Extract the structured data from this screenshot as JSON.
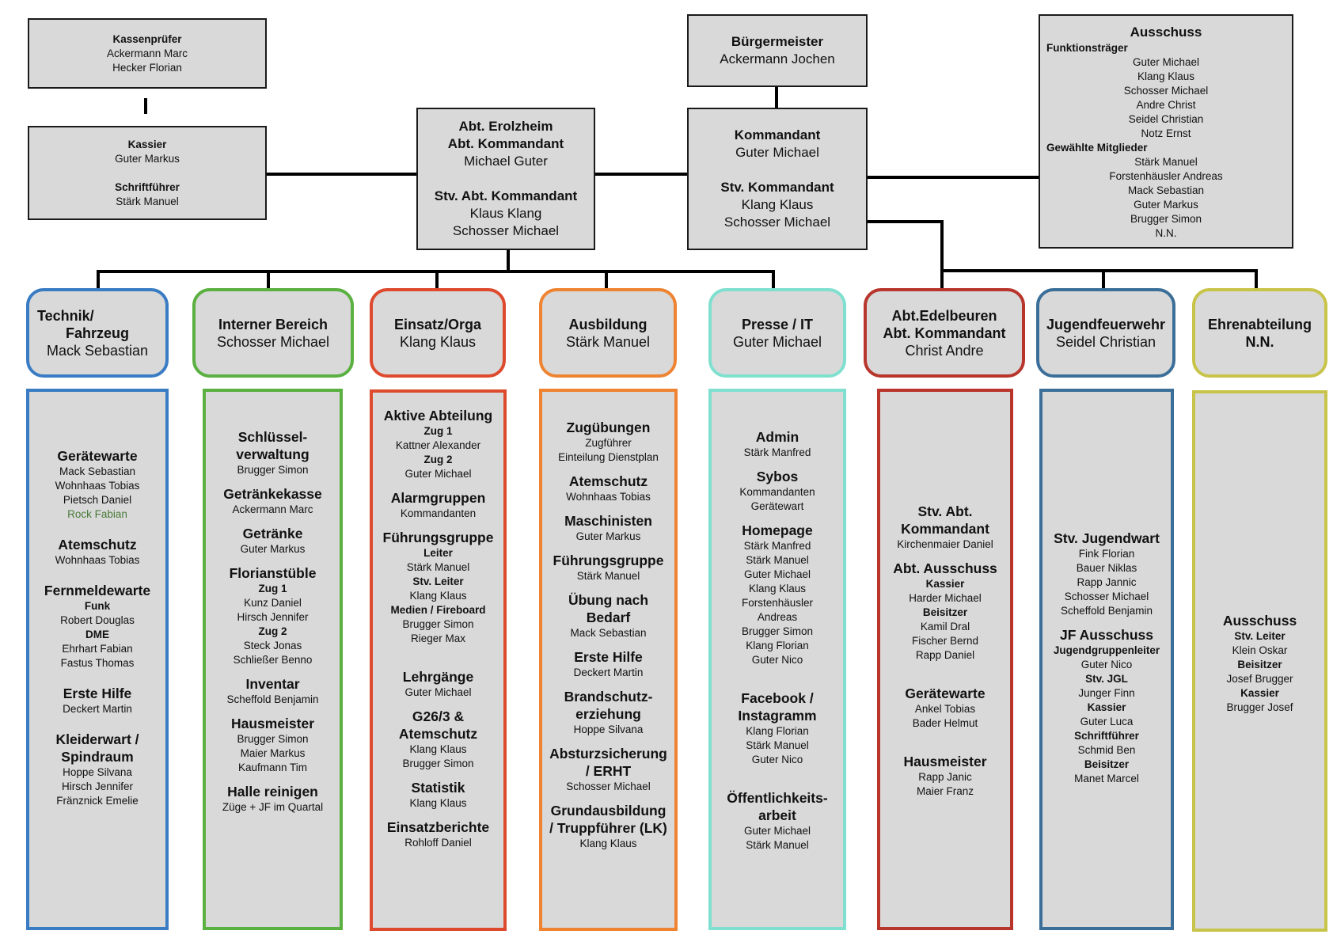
{
  "colors": {
    "technik": "#3a7cc4",
    "intern": "#5ab040",
    "einsatz": "#de4a2e",
    "ausbildung": "#ee8432",
    "presse": "#7fe0d0",
    "edelbeuren": "#b8352c",
    "jugend": "#3b6f99",
    "ehren": "#c8c44a",
    "line": "#000000",
    "fill": "#d9d9d9"
  },
  "kassenpruefer": {
    "title": "Kassenprüfer",
    "names": [
      "Ackermann Marc",
      "Hecker Florian"
    ]
  },
  "kassier": {
    "title": "Kassier",
    "name": "Guter Markus",
    "title2": "Schriftführer",
    "name2": "Stärk Manuel"
  },
  "erolzheim": {
    "title1": "Abt. Erolzheim",
    "title2": "Abt. Kommandant",
    "name": "Michael Guter",
    "title3": "Stv. Abt. Kommandant",
    "names": [
      "Klaus Klang",
      "Schosser Michael"
    ]
  },
  "buergermeister": {
    "title": "Bürgermeister",
    "name": "Ackermann Jochen"
  },
  "kommandant": {
    "title": "Kommandant",
    "name": "Guter Michael",
    "title2": "Stv. Kommandant",
    "names": [
      "Klang Klaus",
      "Schosser Michael"
    ]
  },
  "ausschuss": {
    "title": "Ausschuss",
    "group1": "Funktionsträger",
    "names1": [
      "Guter Michael",
      "Klang Klaus",
      "Schosser Michael",
      "Andre Christ",
      "Seidel Christian",
      "Notz Ernst"
    ],
    "group2": "Gewählte Mitglieder",
    "names2": [
      "Stärk Manuel",
      "Forstenhäusler Andreas",
      "Mack Sebastian",
      "Guter Markus",
      "Brugger Simon",
      "N.N."
    ]
  },
  "headers": [
    {
      "lines": [
        "Technik/",
        "Fahrzeug"
      ],
      "sub": [
        "Mack Sebastian"
      ]
    },
    {
      "lines": [
        "Interner Bereich"
      ],
      "sub": [
        "Schosser Michael"
      ]
    },
    {
      "lines": [
        "Einsatz/Orga"
      ],
      "sub": [
        "Klang Klaus"
      ]
    },
    {
      "lines": [
        "Ausbildung"
      ],
      "sub": [
        "Stärk Manuel"
      ]
    },
    {
      "lines": [
        "Presse / IT"
      ],
      "sub": [
        "Guter Michael"
      ]
    },
    {
      "lines": [
        "Abt.Edelbeuren",
        "Abt. Kommandant"
      ],
      "sub": [
        "Christ Andre"
      ]
    },
    {
      "lines": [
        "Jugendfeuerwehr"
      ],
      "sub": [
        "Seidel Christian"
      ]
    },
    {
      "lines": [
        "Ehrenabteilung"
      ],
      "sub": [
        "N.N."
      ],
      "subBold": true
    }
  ],
  "columns": [
    {
      "lines": [
        {
          "t": "Gerätewarte",
          "k": "h"
        },
        {
          "t": "Mack Sebastian"
        },
        {
          "t": "Wohnhaas Tobias"
        },
        {
          "t": "Pietsch Daniel"
        },
        {
          "t": "Rock Fabian",
          "k": "green"
        },
        {
          "k": "gap"
        },
        {
          "t": "Atemschutz",
          "k": "h"
        },
        {
          "t": "Wohnhaas Tobias"
        },
        {
          "k": "gap"
        },
        {
          "t": "Fernmeldewarte",
          "k": "h"
        },
        {
          "t": "Funk",
          "k": "b"
        },
        {
          "t": "Robert Douglas"
        },
        {
          "t": "DME",
          "k": "b"
        },
        {
          "t": "Ehrhart Fabian"
        },
        {
          "t": "Fastus Thomas"
        },
        {
          "k": "gap"
        },
        {
          "t": "Erste Hilfe",
          "k": "h"
        },
        {
          "t": "Deckert Martin"
        },
        {
          "k": "gap"
        },
        {
          "t": "Kleiderwart /",
          "k": "h"
        },
        {
          "t": "Spindraum",
          "k": "h"
        },
        {
          "t": "Hoppe Silvana"
        },
        {
          "t": "Hirsch Jennifer"
        },
        {
          "t": "Fränznick Emelie"
        }
      ]
    },
    {
      "lines": [
        {
          "t": "Schlüssel-",
          "k": "h"
        },
        {
          "t": "verwaltung",
          "k": "h"
        },
        {
          "t": "Brugger Simon"
        },
        {
          "k": "smallgap"
        },
        {
          "t": "Getränkekasse",
          "k": "h"
        },
        {
          "t": "Ackermann Marc"
        },
        {
          "k": "smallgap"
        },
        {
          "t": "Getränke",
          "k": "h"
        },
        {
          "t": "Guter Markus"
        },
        {
          "k": "smallgap"
        },
        {
          "t": "Florianstüble",
          "k": "h"
        },
        {
          "t": "Zug 1",
          "k": "b"
        },
        {
          "t": "Kunz Daniel"
        },
        {
          "t": "Hirsch Jennifer"
        },
        {
          "t": "Zug 2",
          "k": "b"
        },
        {
          "t": "Steck Jonas"
        },
        {
          "t": "Schließer Benno"
        },
        {
          "k": "smallgap"
        },
        {
          "t": "Inventar",
          "k": "h"
        },
        {
          "t": "Scheffold Benjamin"
        },
        {
          "k": "smallgap"
        },
        {
          "t": "Hausmeister",
          "k": "h"
        },
        {
          "t": "Brugger Simon"
        },
        {
          "t": "Maier Markus"
        },
        {
          "t": "Kaufmann Tim"
        },
        {
          "k": "smallgap"
        },
        {
          "t": "Halle reinigen",
          "k": "h"
        },
        {
          "t": "Züge + JF im Quartal"
        }
      ]
    },
    {
      "lines": [
        {
          "t": "Aktive Abteilung",
          "k": "h"
        },
        {
          "t": "Zug 1",
          "k": "b"
        },
        {
          "t": "Kattner Alexander"
        },
        {
          "t": "Zug 2",
          "k": "b"
        },
        {
          "t": "Guter Michael"
        },
        {
          "k": "smallgap"
        },
        {
          "t": "Alarmgruppen",
          "k": "h"
        },
        {
          "t": "Kommandanten"
        },
        {
          "k": "smallgap"
        },
        {
          "t": "Führungsgruppe",
          "k": "h"
        },
        {
          "t": "Leiter",
          "k": "b"
        },
        {
          "t": "Stärk Manuel"
        },
        {
          "t": "Stv. Leiter",
          "k": "b"
        },
        {
          "t": "Klang Klaus"
        },
        {
          "t": "Medien / Fireboard",
          "k": "b"
        },
        {
          "t": "Brugger Simon"
        },
        {
          "t": "Rieger Max"
        },
        {
          "k": "gap"
        },
        {
          "k": "smallgap"
        },
        {
          "t": "Lehrgänge",
          "k": "h"
        },
        {
          "t": "Guter Michael"
        },
        {
          "k": "smallgap"
        },
        {
          "t": "G26/3 &",
          "k": "h"
        },
        {
          "t": "Atemschutz",
          "k": "h"
        },
        {
          "t": "Klang Klaus"
        },
        {
          "t": "Brugger Simon"
        },
        {
          "k": "smallgap"
        },
        {
          "t": "Statistik",
          "k": "h"
        },
        {
          "t": "Klang Klaus"
        },
        {
          "k": "smallgap"
        },
        {
          "t": "Einsatzberichte",
          "k": "h"
        },
        {
          "t": "Rohloff Daniel"
        }
      ]
    },
    {
      "lines": [
        {
          "t": "Zugübungen",
          "k": "h"
        },
        {
          "t": "Zugführer"
        },
        {
          "t": "Einteilung Dienstplan"
        },
        {
          "k": "smallgap"
        },
        {
          "t": "Atemschutz",
          "k": "h"
        },
        {
          "t": "Wohnhaas Tobias"
        },
        {
          "k": "smallgap"
        },
        {
          "t": "Maschinisten",
          "k": "h"
        },
        {
          "t": "Guter Markus"
        },
        {
          "k": "smallgap"
        },
        {
          "t": "Führungsgruppe",
          "k": "h"
        },
        {
          "t": "Stärk Manuel"
        },
        {
          "k": "smallgap"
        },
        {
          "t": "Übung nach",
          "k": "h"
        },
        {
          "t": "Bedarf",
          "k": "h"
        },
        {
          "t": "Mack Sebastian"
        },
        {
          "k": "smallgap"
        },
        {
          "t": "Erste Hilfe",
          "k": "h"
        },
        {
          "t": "Deckert Martin"
        },
        {
          "k": "smallgap"
        },
        {
          "t": "Brandschutz-",
          "k": "h"
        },
        {
          "t": "erziehung",
          "k": "h"
        },
        {
          "t": "Hoppe Silvana"
        },
        {
          "k": "smallgap"
        },
        {
          "t": "Absturzsicherung",
          "k": "h"
        },
        {
          "t": "/ ERHT",
          "k": "h"
        },
        {
          "t": "Schosser Michael"
        },
        {
          "k": "smallgap"
        },
        {
          "t": "Grundausbildung",
          "k": "h"
        },
        {
          "t": "/ Truppführer (LK)",
          "k": "h"
        },
        {
          "t": "Klang Klaus"
        }
      ]
    },
    {
      "lines": [
        {
          "t": "Admin",
          "k": "h"
        },
        {
          "t": "Stärk Manfred"
        },
        {
          "k": "smallgap"
        },
        {
          "t": "Sybos",
          "k": "h"
        },
        {
          "t": "Kommandanten"
        },
        {
          "t": "Gerätewart"
        },
        {
          "k": "smallgap"
        },
        {
          "t": "Homepage",
          "k": "h"
        },
        {
          "t": "Stärk Manfred"
        },
        {
          "t": "Stärk Manuel"
        },
        {
          "t": "Guter Michael"
        },
        {
          "t": "Klang Klaus"
        },
        {
          "t": "Forstenhäusler"
        },
        {
          "t": "Andreas"
        },
        {
          "t": "Brugger Simon"
        },
        {
          "t": "Klang Florian"
        },
        {
          "t": "Guter Nico"
        },
        {
          "k": "gap"
        },
        {
          "k": "smallgap"
        },
        {
          "t": "Facebook /",
          "k": "h"
        },
        {
          "t": "Instagramm",
          "k": "h"
        },
        {
          "t": "Klang Florian"
        },
        {
          "t": "Stärk Manuel"
        },
        {
          "t": "Guter Nico"
        },
        {
          "k": "gap"
        },
        {
          "k": "smallgap"
        },
        {
          "t": "Öffentlichkeits-",
          "k": "h"
        },
        {
          "t": "arbeit",
          "k": "h"
        },
        {
          "t": "Guter Michael"
        },
        {
          "t": "Stärk Manuel"
        }
      ]
    },
    {
      "lines": [
        {
          "t": "Stv. Abt.",
          "k": "h"
        },
        {
          "t": "Kommandant",
          "k": "h"
        },
        {
          "t": "Kirchenmaier Daniel"
        },
        {
          "k": "smallgap"
        },
        {
          "t": "Abt. Ausschuss",
          "k": "h"
        },
        {
          "t": "Kassier",
          "k": "b"
        },
        {
          "t": "Harder Michael"
        },
        {
          "t": "Beisitzer",
          "k": "b"
        },
        {
          "t": "Kamil Dral"
        },
        {
          "t": "Fischer Bernd"
        },
        {
          "t": "Rapp Daniel"
        },
        {
          "k": "gap"
        },
        {
          "k": "smallgap"
        },
        {
          "t": "Gerätewarte",
          "k": "h"
        },
        {
          "t": "Ankel Tobias"
        },
        {
          "t": "Bader Helmut"
        },
        {
          "k": "gap"
        },
        {
          "k": "smallgap"
        },
        {
          "t": "Hausmeister",
          "k": "h"
        },
        {
          "t": "Rapp Janic"
        },
        {
          "t": "Maier Franz"
        }
      ]
    },
    {
      "lines": [
        {
          "t": "Stv. Jugendwart",
          "k": "h"
        },
        {
          "t": "Fink Florian"
        },
        {
          "t": "Bauer Niklas"
        },
        {
          "t": "Rapp Jannic"
        },
        {
          "t": "Schosser Michael"
        },
        {
          "t": "Scheffold Benjamin"
        },
        {
          "k": "smallgap"
        },
        {
          "t": "JF Ausschuss",
          "k": "h"
        },
        {
          "t": "Jugendgruppenleiter",
          "k": "b"
        },
        {
          "t": "Guter Nico"
        },
        {
          "t": "Stv. JGL",
          "k": "b"
        },
        {
          "t": "Junger Finn"
        },
        {
          "t": "Kassier",
          "k": "b"
        },
        {
          "t": "Guter Luca"
        },
        {
          "t": "Schriftführer",
          "k": "b"
        },
        {
          "t": "Schmid Ben"
        },
        {
          "t": "Beisitzer",
          "k": "b"
        },
        {
          "t": "Manet Marcel"
        }
      ]
    },
    {
      "lines": [
        {
          "t": "Ausschuss",
          "k": "h"
        },
        {
          "t": "Stv. Leiter",
          "k": "b"
        },
        {
          "t": "Klein Oskar"
        },
        {
          "t": "Beisitzer",
          "k": "b"
        },
        {
          "t": "Josef Brugger"
        },
        {
          "t": "Kassier",
          "k": "b"
        },
        {
          "t": "Brugger Josef"
        }
      ]
    }
  ]
}
